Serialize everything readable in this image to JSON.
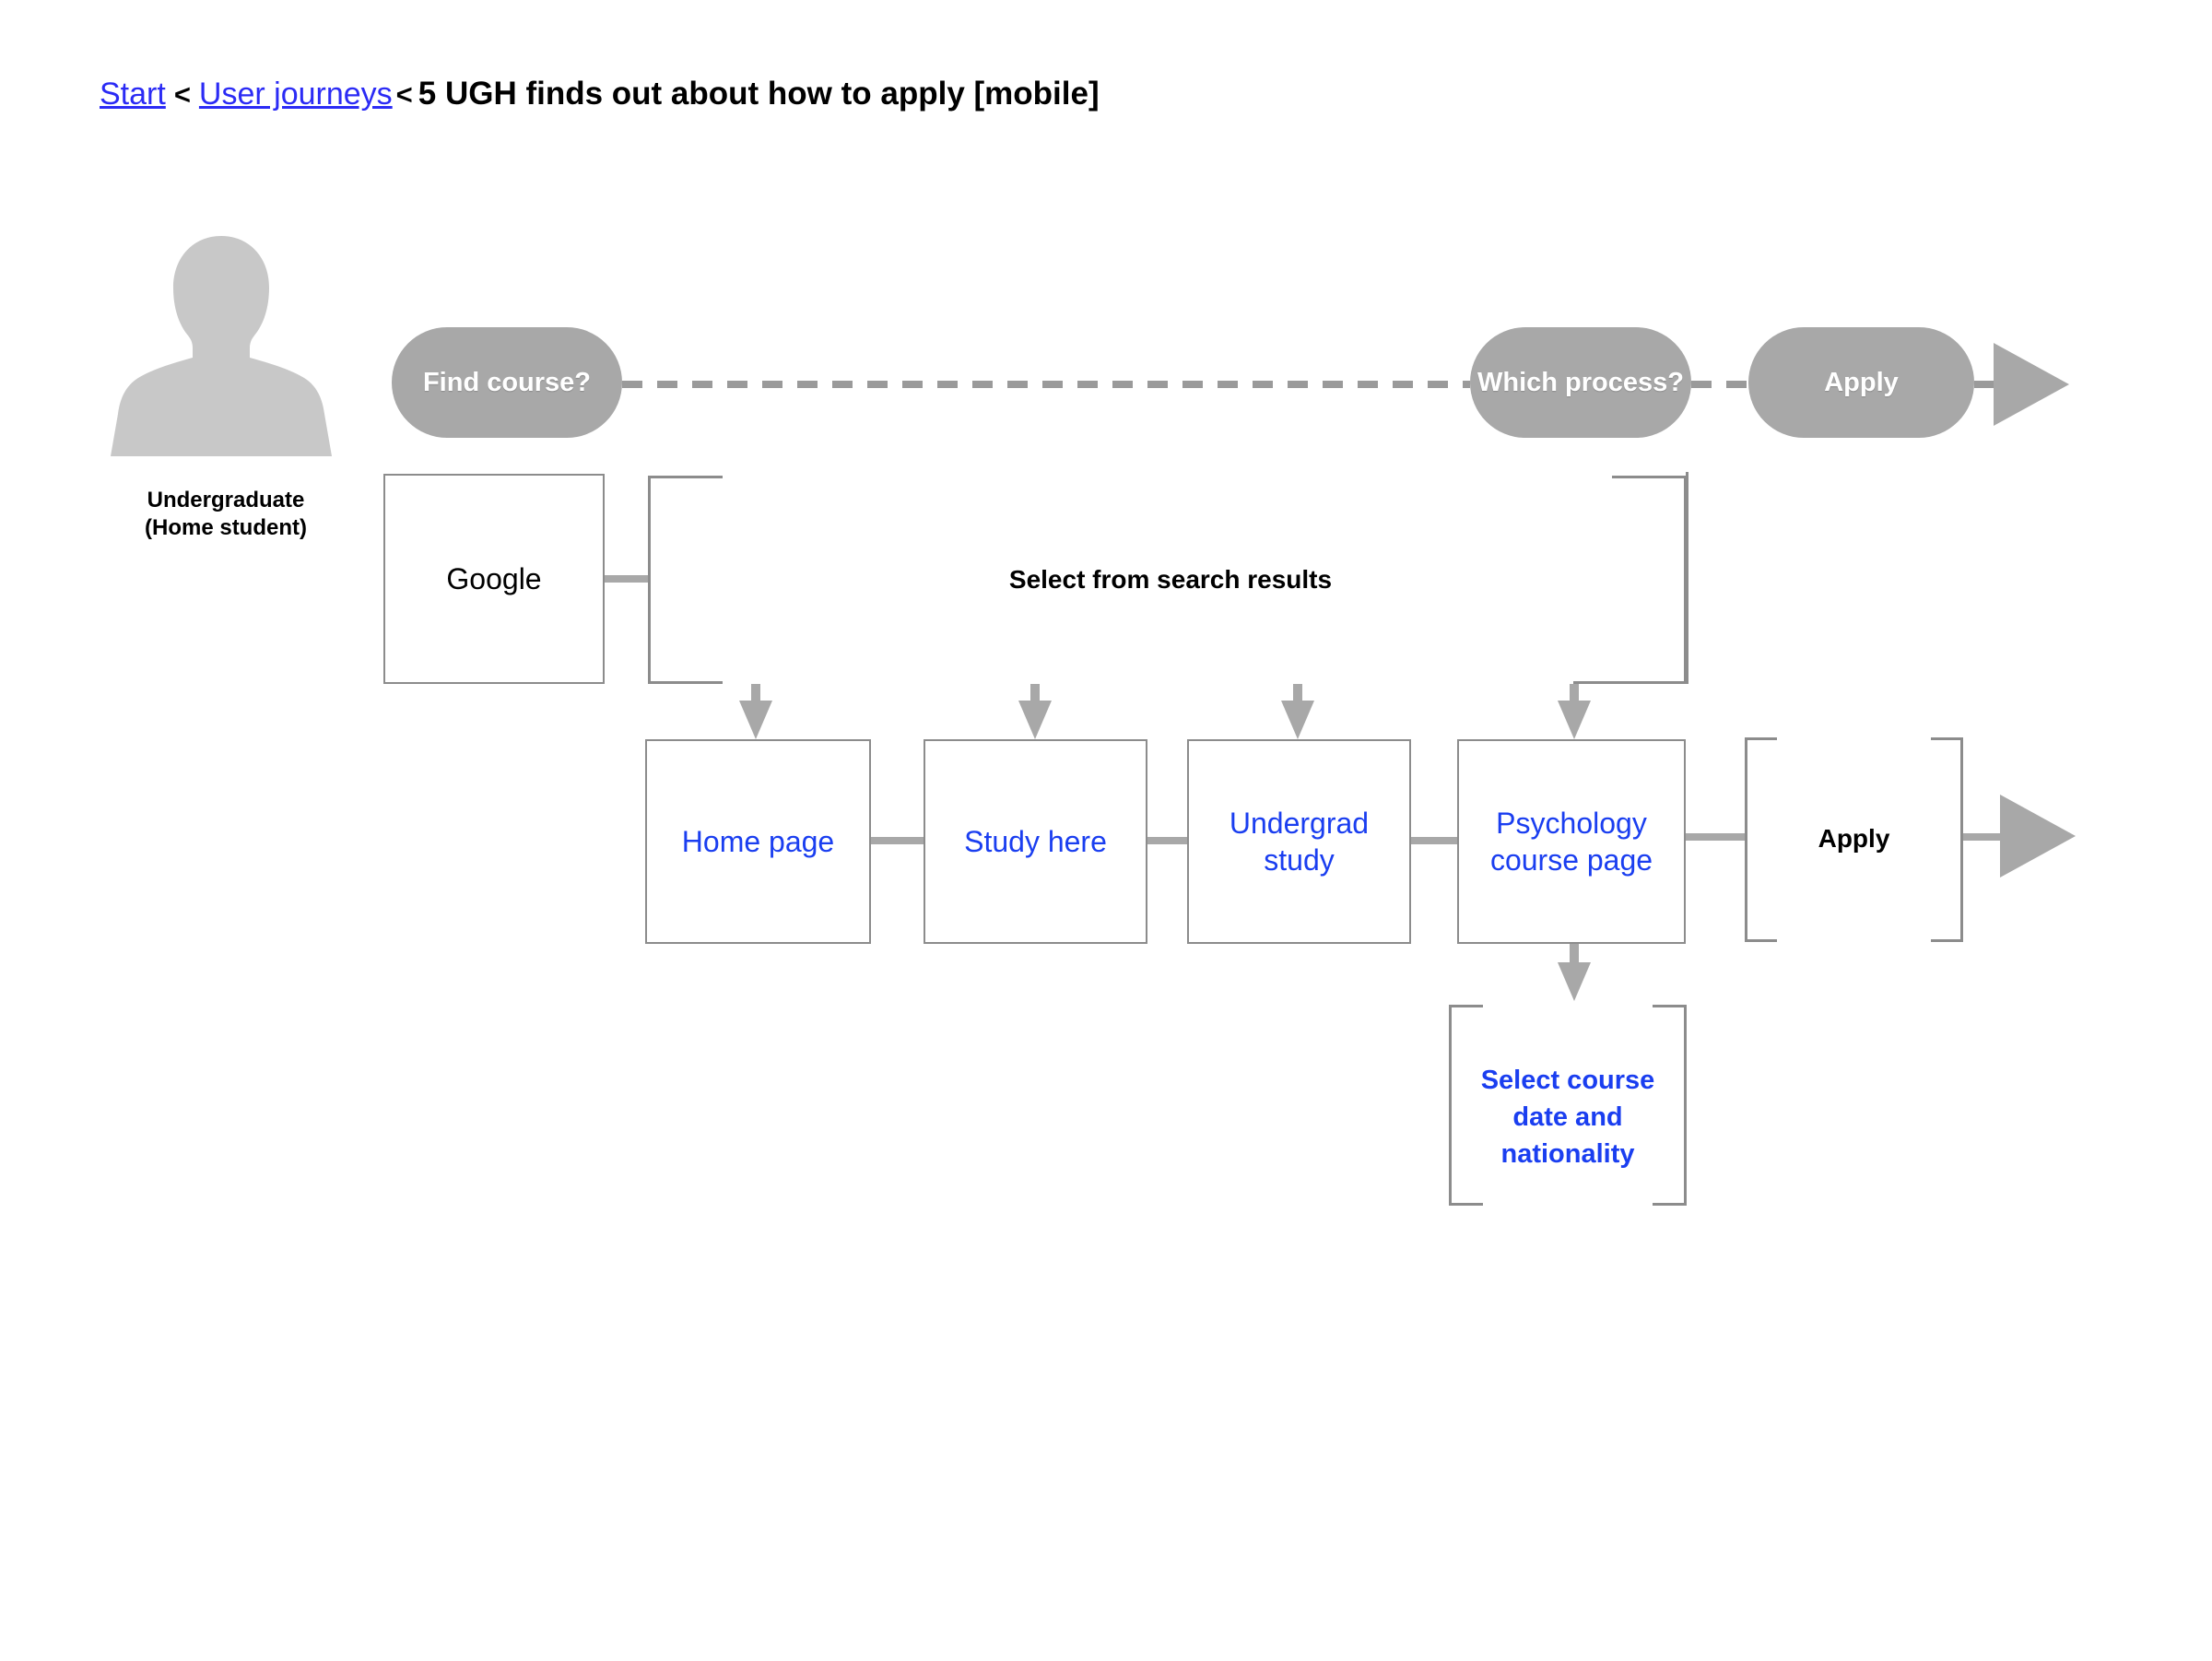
{
  "breadcrumb": {
    "start_label": "Start",
    "separator": "<",
    "journeys_label": "User journeys",
    "current_label": "5 UGH finds out about how to apply  [mobile]"
  },
  "persona": {
    "icon": "person-silhouette-icon",
    "line1": "Undergraduate",
    "line2": "(Home student)",
    "label": "Undergraduate\n(Home student)"
  },
  "journey_stages": [
    {
      "id": "find-course",
      "label": "Find course?"
    },
    {
      "id": "which-process",
      "label": "Which process?"
    },
    {
      "id": "apply",
      "label": "Apply"
    }
  ],
  "flow": {
    "entry_node": {
      "id": "google",
      "label": "Google",
      "text_color": "#000000"
    },
    "search_results_caption": "Select from search results",
    "page_nodes": [
      {
        "id": "home-page",
        "label": "Home page",
        "text_color": "#1a3ef0"
      },
      {
        "id": "study-here",
        "label": "Study here",
        "text_color": "#1a3ef0"
      },
      {
        "id": "undergrad-study",
        "label": "Undergrad study",
        "text_color": "#1a3ef0"
      },
      {
        "id": "psychology-course-page",
        "label": "Psychology course page",
        "text_color": "#1a3ef0"
      }
    ],
    "apply_group_label": "Apply",
    "detail_node": {
      "id": "select-course-date",
      "label": "Select course date and nationality",
      "text_color": "#1a3ef0"
    }
  },
  "colors": {
    "link_blue": "#2b2bf5",
    "node_blue": "#1a3ef0",
    "stage_gray": "#a8a8a8",
    "border_gray": "#8c8c8c",
    "connector_gray": "#a8a8a8",
    "avatar_gray": "#c8c8c8",
    "background": "#ffffff"
  }
}
